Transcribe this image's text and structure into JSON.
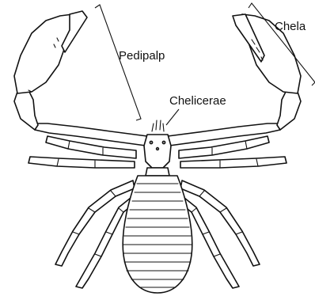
{
  "labels": {
    "pedipalp": "Pedipalp",
    "chelicerae": "Chelicerae",
    "chela": "Chela"
  },
  "colors": {
    "ink": "#111111",
    "background": "#ffffff"
  }
}
